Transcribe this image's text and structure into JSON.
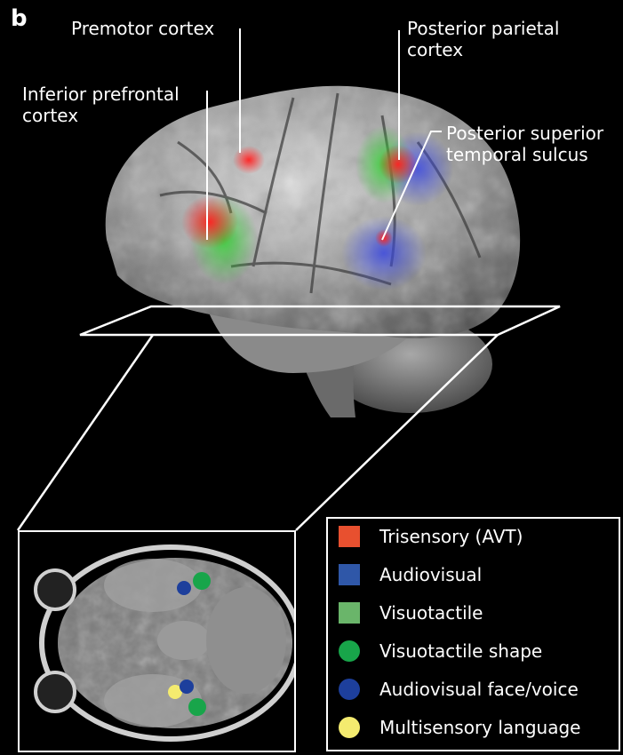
{
  "panel_letter": "b",
  "labels": {
    "premotor": "Premotor cortex",
    "inferior_prefrontal": "Inferior prefrontal\ncortex",
    "posterior_parietal": "Posterior parietal\ncortex",
    "posterior_superior_temporal": "Posterior superior\ntemporal sulcus"
  },
  "legend": [
    {
      "label": "Trisensory (AVT)",
      "shape": "square",
      "color": "#e8502f"
    },
    {
      "label": "Audiovisual",
      "shape": "square",
      "color": "#2f57a8"
    },
    {
      "label": "Visuotactile",
      "shape": "square",
      "color": "#6ab56a"
    },
    {
      "label": "Visuotactile shape",
      "shape": "circle",
      "color": "#18a54a"
    },
    {
      "label": "Audiovisual face/voice",
      "shape": "circle",
      "color": "#1d3f9c"
    },
    {
      "label": "Multisensory language",
      "shape": "circle",
      "color": "#f4eb6f"
    }
  ],
  "colors": {
    "trisensory": "#e02a2a",
    "audiovisual": "#3b4fd0",
    "visuotactile": "#3ec23a"
  }
}
